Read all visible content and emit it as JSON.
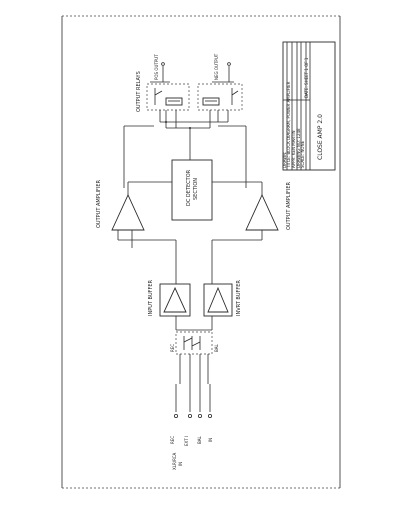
{
  "labels": {
    "output_relays": "OUTPUT RELAYS",
    "pos_output": "POS OUTPUT",
    "neg_output": "NEG OUTPUT",
    "output_amplifier_left": "OUTPUT AMPLIFIER",
    "output_amplifier_right": "OUTPUT AMPLIFIER",
    "dc_detector_line1": "DC DETECTOR",
    "dc_detector_line2": "SECTION",
    "input_buffer": "INPUT BUFFER",
    "invert_buffer": "INVRT BUFFER",
    "switch_left": "REC",
    "switch_right": "BAL",
    "input_rec": "REC",
    "input_ext": "EXT I",
    "input_bal": "BAL",
    "input_in": "IN",
    "input_group_line1": "XLR/RCA",
    "input_group_line2": "IN"
  },
  "title_block": {
    "title": "CLOSE AMP 2.0",
    "rows": [
      "DRAWN:",
      "TITLE: BLOCK DIAGRAM, POWER AMPLIFIER",
      "APPR: KEN MARTIN",
      "DRAWING NO: 1248",
      "SCALE: NONE",
      "DATE: SHEET 1 OF 1"
    ]
  }
}
